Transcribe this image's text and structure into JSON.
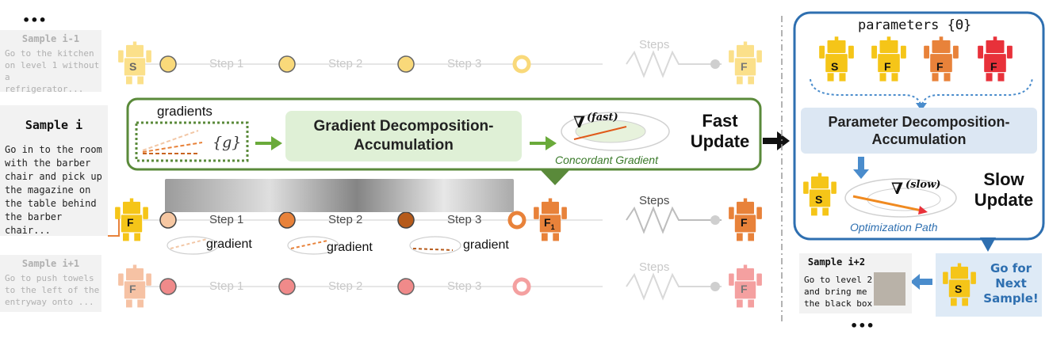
{
  "ellipsis_top": "•••",
  "ellipsis_bottom": "•••",
  "samples": {
    "prev": {
      "title": "Sample i-1",
      "text": [
        "Go to the kitchen",
        "on level 1 without a",
        "refrigerator..."
      ]
    },
    "current": {
      "title": "Sample i",
      "text": [
        "Go in to the room",
        "with the barber",
        "chair and pick up",
        "the magazine on",
        "the table behind",
        "the barber chair..."
      ]
    },
    "next": {
      "title": "Sample i+1",
      "text": [
        "Go to push towels",
        "to the left of the",
        "entryway onto ..."
      ]
    },
    "next2": {
      "title": "Sample i+2",
      "text": [
        "Go to level 2",
        "and bring me",
        "the black box"
      ]
    }
  },
  "steps": [
    "Step 1",
    "Step 2",
    "Step 3"
  ],
  "steps_label": "Steps",
  "robot_letters": {
    "slow": "S",
    "fast": "F",
    "fast1": "F",
    "fast1_sub": "1"
  },
  "fast_panel": {
    "gradients_label": "gradients",
    "g_symbol": "{g}",
    "box_line1": "Gradient Decomposition-",
    "box_line2": "Accumulation",
    "nabla_fast": "∇",
    "fast_sup": "(fast)",
    "concordant": "Concordant Gradient",
    "update_line1": "Fast",
    "update_line2": "Update"
  },
  "gradient_labels": [
    "gradient",
    "gradient",
    "gradient"
  ],
  "slow_panel": {
    "params_label": "parameters {Θ}",
    "box_line1": "Parameter  Decomposition-",
    "box_line2": "Accumulation",
    "nabla_slow": "∇",
    "slow_sup": "(slow)",
    "optimization": "Optimization Path",
    "update_line1": "Slow",
    "update_line2": "Update",
    "next_line1": "Go for",
    "next_line2": "Next",
    "next_line3": "Sample!"
  },
  "colors": {
    "yellow": "#f5c518",
    "orange": "#e8823a",
    "dark_orange": "#c8641e",
    "red": "#e8313a",
    "pink": "#f08080",
    "green_border": "#5a8a3a",
    "green_arrow": "#6aaa3a",
    "blue_border": "#2e6fb0",
    "blue_text": "#2e6fb0"
  }
}
